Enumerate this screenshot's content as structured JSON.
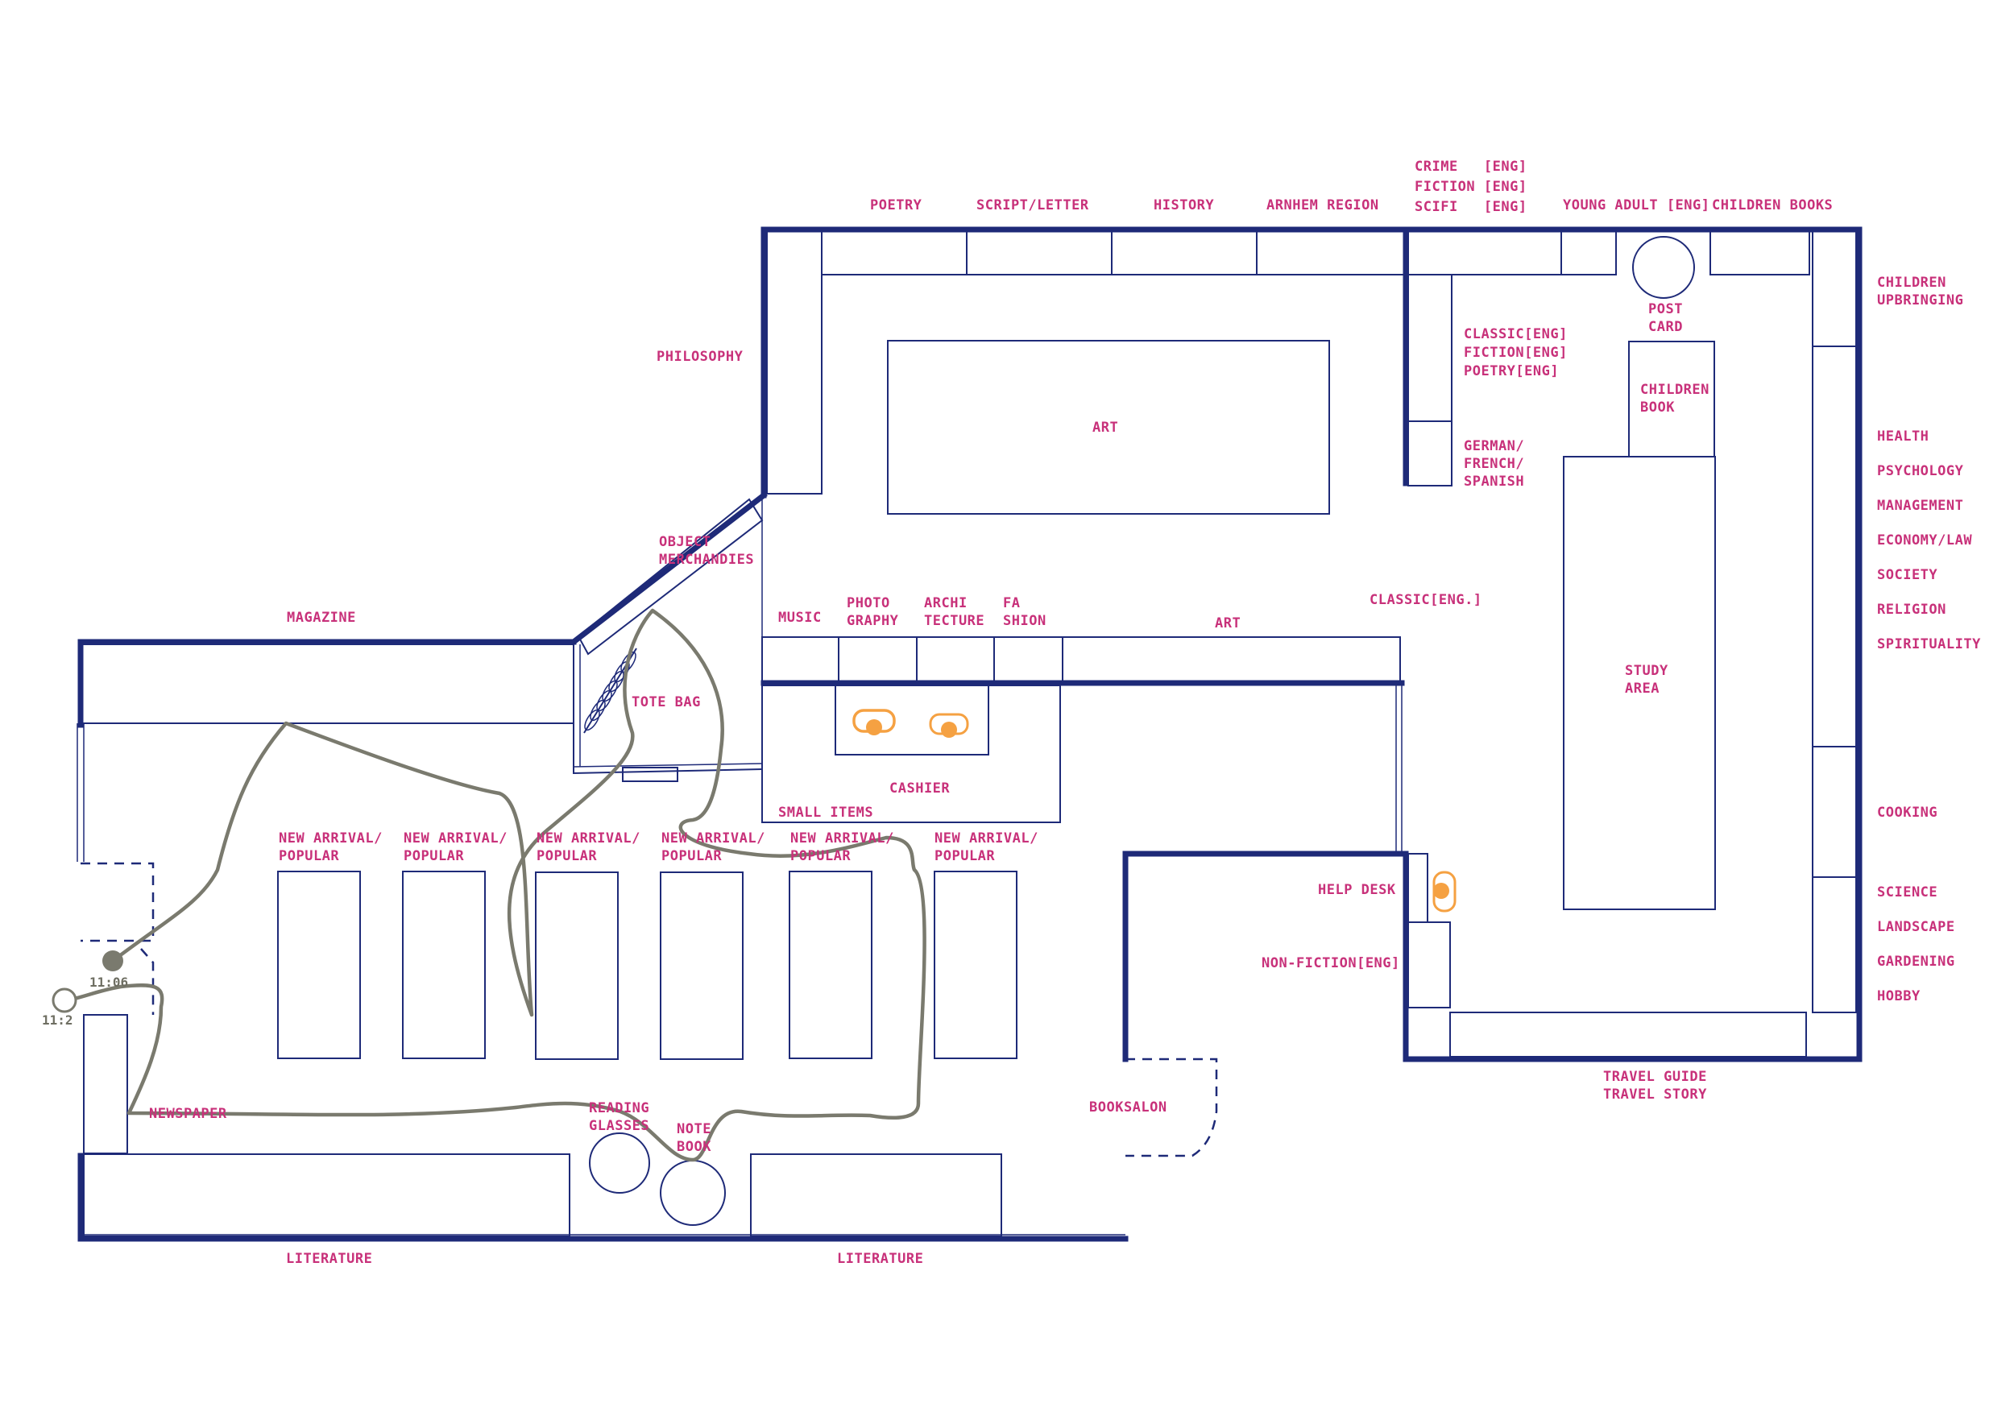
{
  "labels": {
    "poetry": "POETRY",
    "script_letter": "SCRIPT/LETTER",
    "history": "HISTORY",
    "arnhem_region": "ARNHEM REGION",
    "crime_fiction_scifi": "CRIME   [ENG]\nFICTION [ENG]\nSCIFI   [ENG]",
    "young_adult": "YOUNG ADULT [ENG]",
    "children_books_top": "CHILDREN BOOKS",
    "children_upbringing": "CHILDREN\nUPBRINGING",
    "philosophy": "PHILOSOPHY",
    "art_table": "ART",
    "classic_fiction_poetry": "CLASSIC[ENG]\nFICTION[ENG]\nPOETRY[ENG]",
    "german_french_spanish": "GERMAN/\nFRENCH/\nSPANISH",
    "post_card": "POST\nCARD",
    "children_book": "CHILDREN\nBOOK",
    "health": "HEALTH",
    "psychology": "PSYCHOLOGY",
    "management": "MANAGEMENT",
    "economy_law": "ECONOMY/LAW",
    "society": "SOCIETY",
    "religion": "RELIGION",
    "spirituality": "SPIRITUALITY",
    "object_merchandies": "OBJECT\nMERCHANDIES",
    "magazine": "MAGAZINE",
    "tote_bag": "TOTE BAG",
    "music": "MUSIC",
    "photography": "PHOTO\nGRAPHY",
    "architecture": "ARCHI\nTECTURE",
    "fashion": "FA\nSHION",
    "art_wall": "ART",
    "classic_eng": "CLASSIC[ENG.]",
    "study_area": "STUDY\nAREA",
    "cashier": "CASHIER",
    "small_items": "SMALL ITEMS",
    "cooking": "COOKING",
    "new_arrival": "NEW ARRIVAL/\nPOPULAR",
    "help_desk": "HELP DESK",
    "non_fiction": "NON-FICTION[ENG]",
    "science": "SCIENCE",
    "landscape": "LANDSCAPE",
    "gardening": "GARDENING",
    "hobby": "HOBBY",
    "newspaper": "NEWSPAPER",
    "reading_glasses": "READING\nGLASSES",
    "note_book": "NOTE\nBOOK",
    "booksalon": "BOOKSALON",
    "travel": "TRAVEL GUIDE\nTRAVEL STORY",
    "literature": "LITERATURE"
  },
  "times": {
    "start": "11:06",
    "end": "11:2"
  },
  "colors": {
    "wall": "#1e2a78",
    "label": "#c8317a",
    "path": "#7a7a6e",
    "staff": "#f5a142"
  }
}
